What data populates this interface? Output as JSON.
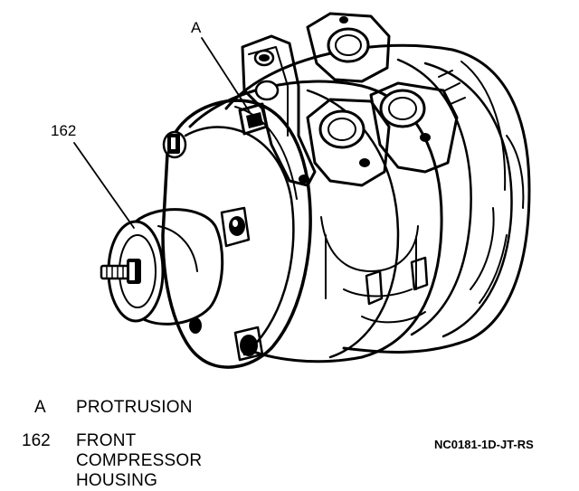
{
  "diagram": {
    "callouts": [
      {
        "id": "callout-a",
        "label": "A"
      },
      {
        "id": "callout-162",
        "label": "162"
      }
    ],
    "legend": [
      {
        "key": "A",
        "description": "PROTRUSION"
      },
      {
        "key": "162",
        "description": "FRONT COMPRESSOR HOUSING"
      }
    ],
    "figure_code": "NC0181-1D-JT-RS"
  }
}
